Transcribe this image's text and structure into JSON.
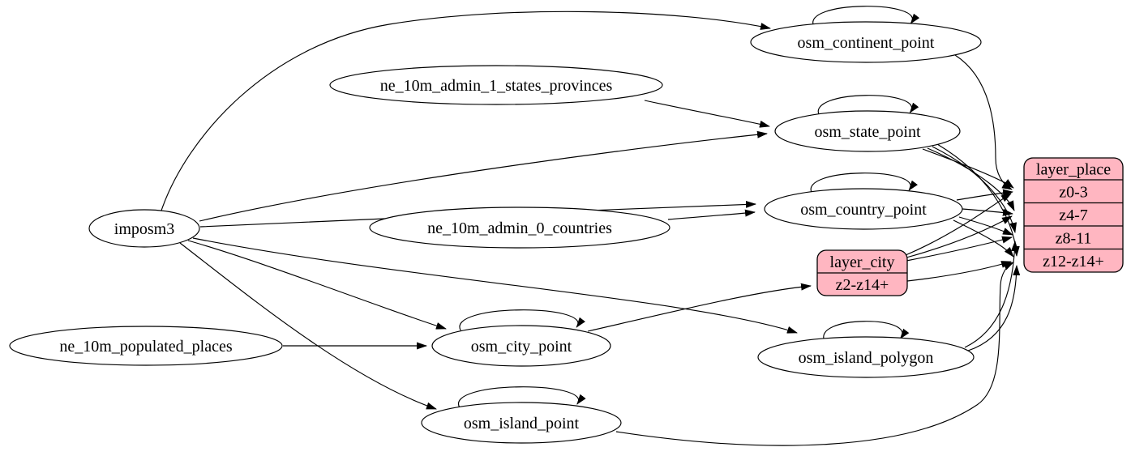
{
  "diagram": {
    "type": "etl-graph",
    "background": "#ffffff",
    "edge_color": "#000000",
    "node_fill": "#ffffff",
    "node_stroke": "#000000",
    "record_fill": "#ffb6c1",
    "record_stroke": "#000000",
    "nodes": [
      {
        "id": "imposm3",
        "label": "imposm3",
        "shape": "ellipse"
      },
      {
        "id": "ne_10m_admin_1_states_provinces",
        "label": "ne_10m_admin_1_states_provinces",
        "shape": "ellipse"
      },
      {
        "id": "ne_10m_admin_0_countries",
        "label": "ne_10m_admin_0_countries",
        "shape": "ellipse"
      },
      {
        "id": "ne_10m_populated_places",
        "label": "ne_10m_populated_places",
        "shape": "ellipse"
      },
      {
        "id": "osm_continent_point",
        "label": "osm_continent_point",
        "shape": "ellipse"
      },
      {
        "id": "osm_state_point",
        "label": "osm_state_point",
        "shape": "ellipse"
      },
      {
        "id": "osm_country_point",
        "label": "osm_country_point",
        "shape": "ellipse"
      },
      {
        "id": "osm_city_point",
        "label": "osm_city_point",
        "shape": "ellipse"
      },
      {
        "id": "osm_island_polygon",
        "label": "osm_island_polygon",
        "shape": "ellipse"
      },
      {
        "id": "osm_island_point",
        "label": "osm_island_point",
        "shape": "ellipse"
      }
    ],
    "records": [
      {
        "id": "layer_city",
        "title": "layer_city",
        "rows": [
          "z2-z14+"
        ]
      },
      {
        "id": "layer_place",
        "title": "layer_place",
        "rows": [
          "z0-3",
          "z4-7",
          "z8-11",
          "z12-z14+"
        ]
      }
    ],
    "edges": [
      {
        "from": "imposm3",
        "to": "osm_continent_point"
      },
      {
        "from": "imposm3",
        "to": "osm_state_point"
      },
      {
        "from": "imposm3",
        "to": "osm_country_point"
      },
      {
        "from": "imposm3",
        "to": "osm_city_point"
      },
      {
        "from": "imposm3",
        "to": "osm_island_polygon"
      },
      {
        "from": "imposm3",
        "to": "osm_island_point"
      },
      {
        "from": "ne_10m_admin_1_states_provinces",
        "to": "osm_state_point"
      },
      {
        "from": "ne_10m_admin_0_countries",
        "to": "osm_country_point"
      },
      {
        "from": "ne_10m_populated_places",
        "to": "osm_city_point"
      },
      {
        "from": "osm_continent_point",
        "to": "osm_continent_point"
      },
      {
        "from": "osm_state_point",
        "to": "osm_state_point"
      },
      {
        "from": "osm_country_point",
        "to": "osm_country_point"
      },
      {
        "from": "osm_city_point",
        "to": "osm_city_point"
      },
      {
        "from": "osm_island_polygon",
        "to": "osm_island_polygon"
      },
      {
        "from": "osm_island_point",
        "to": "osm_island_point"
      },
      {
        "from": "osm_city_point",
        "to": "layer_city",
        "port": "z2-z14+"
      },
      {
        "from": "layer_city",
        "to": "layer_place",
        "port": "z0-3"
      },
      {
        "from": "layer_city",
        "to": "layer_place",
        "port": "z4-7"
      },
      {
        "from": "layer_city",
        "to": "layer_place",
        "port": "z8-11"
      },
      {
        "from": "layer_city",
        "to": "layer_place",
        "port": "z12-z14+"
      },
      {
        "from": "osm_state_point",
        "to": "layer_place",
        "port": "z0-3"
      },
      {
        "from": "osm_state_point",
        "to": "layer_place",
        "port": "z4-7"
      },
      {
        "from": "osm_state_point",
        "to": "layer_place",
        "port": "z8-11"
      },
      {
        "from": "osm_state_point",
        "to": "layer_place",
        "port": "z12-z14+"
      },
      {
        "from": "osm_country_point",
        "to": "layer_place",
        "port": "z0-3"
      },
      {
        "from": "osm_country_point",
        "to": "layer_place",
        "port": "z4-7"
      },
      {
        "from": "osm_country_point",
        "to": "layer_place",
        "port": "z8-11"
      },
      {
        "from": "osm_country_point",
        "to": "layer_place",
        "port": "z12-z14+"
      },
      {
        "from": "osm_continent_point",
        "to": "layer_place",
        "port": "z0-3"
      },
      {
        "from": "osm_island_polygon",
        "to": "layer_place",
        "port": "z8-11"
      },
      {
        "from": "osm_island_polygon",
        "to": "layer_place",
        "port": "z12-z14+"
      },
      {
        "from": "osm_island_point",
        "to": "layer_place",
        "port": "z12-z14+"
      }
    ]
  }
}
